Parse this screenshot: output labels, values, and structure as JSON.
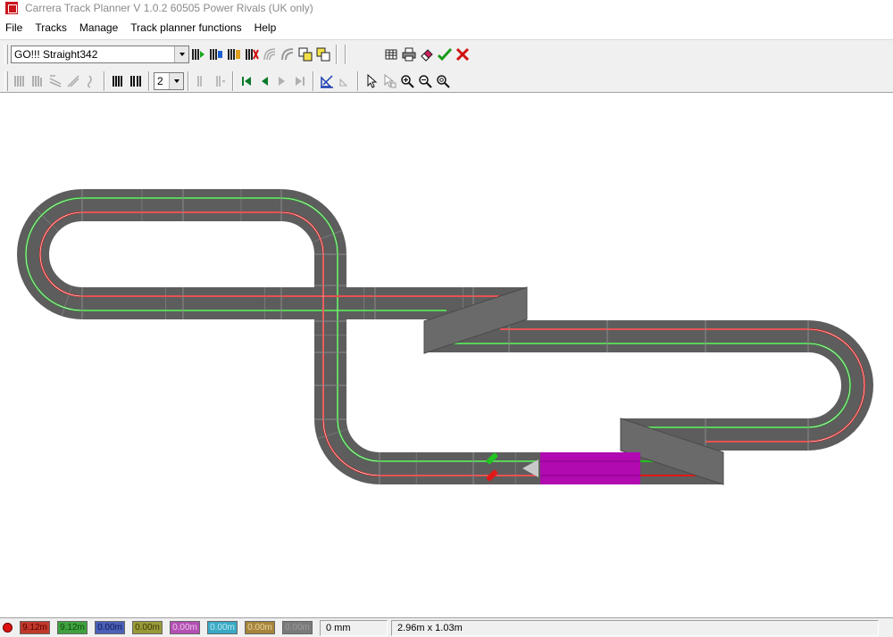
{
  "window": {
    "title": "Carrera Track Planner V 1.0.2 60505 Power Rivals (UK only)"
  },
  "menu": [
    "File",
    "Tracks",
    "Manage",
    "Track planner functions",
    "Help"
  ],
  "toolbar": {
    "track_select": "GO!!! Straight342",
    "lane_count": "2"
  },
  "status": {
    "laps": [
      {
        "value": "9.12m",
        "bg": "#c0392b",
        "fg": "#5a0000"
      },
      {
        "value": "9.12m",
        "bg": "#3fa23f",
        "fg": "#0f4a0f"
      },
      {
        "value": "0.00m",
        "bg": "#4a5fb8",
        "fg": "#101a55"
      },
      {
        "value": "0.00m",
        "bg": "#9a9a3a",
        "fg": "#3a3a0a"
      },
      {
        "value": "0.00m",
        "bg": "#b44fb4",
        "fg": "#e8c8e8"
      },
      {
        "value": "0.00m",
        "bg": "#39a9c4",
        "fg": "#bfe8f2"
      },
      {
        "value": "0.00m",
        "bg": "#a6843a",
        "fg": "#e8d6a6"
      },
      {
        "value": "0.00m",
        "bg": "#7a7a7a",
        "fg": "#9a9a9a"
      }
    ],
    "distance": "0 mm",
    "dimensions": "2.96m x 1.03m"
  },
  "colors": {
    "track": "#5d5d5d",
    "lane_green": "#22c322",
    "lane_red": "#e01818",
    "start_section": "#b00ab0",
    "crossover": "#6a6a6a"
  }
}
